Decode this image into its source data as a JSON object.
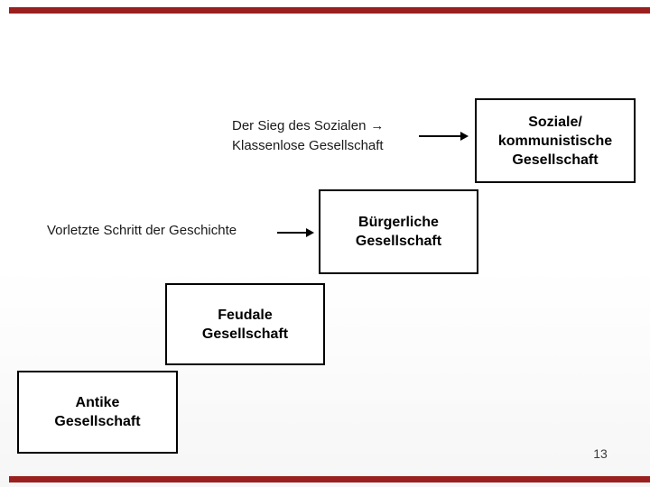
{
  "slide": {
    "page_number": "13",
    "colors": {
      "accent_bar": "#9a1f1f",
      "box_border": "#000000",
      "box_fill": "#ffffff",
      "text": "#1a1a1a"
    },
    "captions": {
      "sieg": {
        "line1": "Der Sieg des Sozialen",
        "arrow_icon": "→",
        "line2": "Klassenlose Gesellschaft"
      },
      "vorletzte": "Vorletzte Schritt der Geschichte"
    },
    "stairs": [
      {
        "id": "antike",
        "lines": [
          "Antike",
          "Gesellschaft"
        ]
      },
      {
        "id": "feudale",
        "lines": [
          "Feudale",
          "Gesellschaft"
        ]
      },
      {
        "id": "buergerliche",
        "lines": [
          "Bürgerliche",
          "Gesellschaft"
        ]
      },
      {
        "id": "soziale",
        "lines": [
          "Soziale/",
          "kommunistische",
          "Gesellschaft"
        ]
      }
    ]
  }
}
